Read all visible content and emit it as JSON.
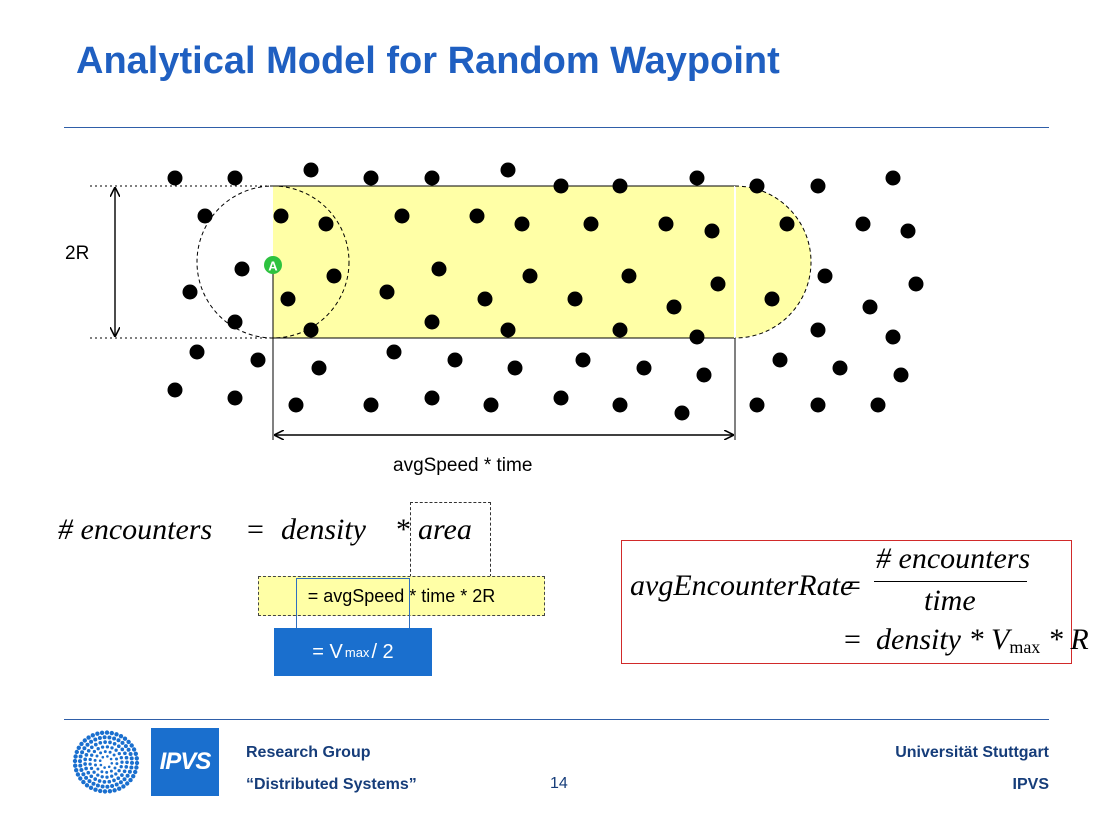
{
  "slide": {
    "title": "Analytical Model for Random Waypoint",
    "page_number": "14"
  },
  "diagram": {
    "label_2r": "2R",
    "node_label": "A",
    "label_distance": "avgSpeed  * time",
    "colors": {
      "fill": "#ffffa6",
      "node": "#2ec23f",
      "dot": "#000000"
    }
  },
  "equation": {
    "lhs": "# encounters",
    "eq": "=",
    "density": "density",
    "times": "*",
    "area": "area",
    "area_expansion": "= avgSpeed * time * 2R",
    "speed_value_prefix": "= V",
    "speed_value_sub": "max",
    "speed_value_suffix": " / 2"
  },
  "formula": {
    "lhs": "avgEncounterRate",
    "eq": "=",
    "numerator": "# encounters",
    "denominator": "time",
    "rhs_main": "density * V",
    "rhs_sub": "max",
    "rhs_tail": " * R",
    "border_color": "#d12a2a"
  },
  "footer": {
    "logo_text": "IPVS",
    "research_group": "Research Group",
    "distributed_systems": "“Distributed Systems”",
    "university": "Universität Stuttgart",
    "institute": "IPVS"
  }
}
